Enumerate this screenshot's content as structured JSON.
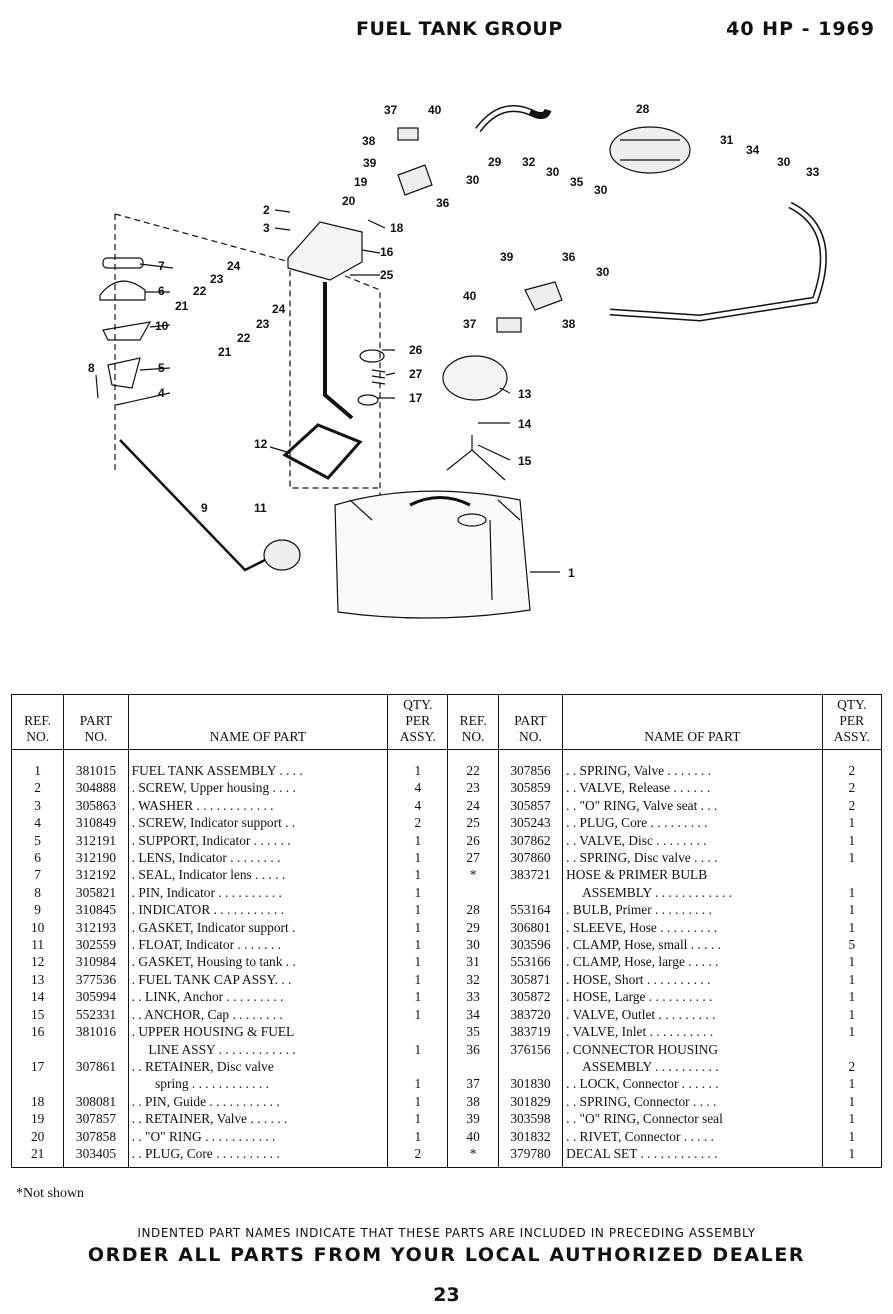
{
  "header": {
    "title": "FUEL TANK GROUP",
    "model": "40 HP - 1969"
  },
  "diagram_labels": [
    "37",
    "40",
    "38",
    "39",
    "19",
    "20",
    "2",
    "3",
    "29",
    "32",
    "30",
    "35",
    "30",
    "28",
    "31",
    "34",
    "30",
    "33",
    "30",
    "36",
    "18",
    "16",
    "7",
    "6",
    "24",
    "23",
    "25",
    "22",
    "21",
    "24",
    "23",
    "22",
    "21",
    "10",
    "5",
    "8",
    "4",
    "39",
    "36",
    "30",
    "40",
    "37",
    "38",
    "26",
    "27",
    "17",
    "13",
    "14",
    "15",
    "12",
    "9",
    "11",
    "1"
  ],
  "table": {
    "headers": {
      "ref": [
        "REF.",
        "NO."
      ],
      "part": [
        "PART",
        "NO."
      ],
      "name": "NAME OF PART",
      "qty": [
        "QTY.",
        "PER",
        "ASSY."
      ]
    },
    "rows": [
      {
        "ref": "1",
        "part": "381015",
        "name": "FUEL TANK ASSEMBLY . . . .",
        "qty": "1",
        "ref2": "22",
        "part2": "307856",
        "name2": ". . SPRING, Valve . . . . . . .",
        "qty2": "2"
      },
      {
        "ref": "2",
        "part": "304888",
        "name": ". SCREW, Upper housing . . . .",
        "qty": "4",
        "ref2": "23",
        "part2": "305859",
        "name2": ". . VALVE, Release . . . . . .",
        "qty2": "2"
      },
      {
        "ref": "3",
        "part": "305863",
        "name": ". WASHER . . . . . . . . . . . .",
        "qty": "4",
        "ref2": "24",
        "part2": "305857",
        "name2": ". . \"O\" RING, Valve seat . . .",
        "qty2": "2"
      },
      {
        "ref": "4",
        "part": "310849",
        "name": ". SCREW, Indicator support . .",
        "qty": "2",
        "ref2": "25",
        "part2": "305243",
        "name2": ". . PLUG, Core . . . . . . . . .",
        "qty2": "1"
      },
      {
        "ref": "5",
        "part": "312191",
        "name": ". SUPPORT, Indicator . . . . . .",
        "qty": "1",
        "ref2": "26",
        "part2": "307862",
        "name2": ". . VALVE, Disc . . . . . . . .",
        "qty2": "1"
      },
      {
        "ref": "6",
        "part": "312190",
        "name": ". LENS, Indicator . . . . . . . .",
        "qty": "1",
        "ref2": "27",
        "part2": "307860",
        "name2": ". . SPRING, Disc valve . . . .",
        "qty2": "1"
      },
      {
        "ref": "7",
        "part": "312192",
        "name": ". SEAL, Indicator lens . . . . .",
        "qty": "1",
        "ref2": "*",
        "part2": "383721",
        "name2": "HOSE & PRIMER BULB",
        "qty2": ""
      },
      {
        "ref": "8",
        "part": "305821",
        "name": ". PIN, Indicator . . . . . . . . . .",
        "qty": "1",
        "ref2": "",
        "part2": "",
        "name2": "     ASSEMBLY . . . . . . . . . . . .",
        "qty2": "1"
      },
      {
        "ref": "9",
        "part": "310845",
        "name": ". INDICATOR . . . . . . . . . . .",
        "qty": "1",
        "ref2": "28",
        "part2": "553164",
        "name2": ". BULB, Primer . . . . . . . . .",
        "qty2": "1"
      },
      {
        "ref": "10",
        "part": "312193",
        "name": ". GASKET, Indicator support .",
        "qty": "1",
        "ref2": "29",
        "part2": "306801",
        "name2": ". SLEEVE, Hose . . . . . . . . .",
        "qty2": "1"
      },
      {
        "ref": "11",
        "part": "302559",
        "name": ". FLOAT, Indicator . . . . . . .",
        "qty": "1",
        "ref2": "30",
        "part2": "303596",
        "name2": ". CLAMP, Hose, small . . . . .",
        "qty2": "5"
      },
      {
        "ref": "12",
        "part": "310984",
        "name": ". GASKET, Housing to tank . .",
        "qty": "1",
        "ref2": "31",
        "part2": "553166",
        "name2": ". CLAMP, Hose, large . . . . .",
        "qty2": "1"
      },
      {
        "ref": "13",
        "part": "377536",
        "name": ". FUEL TANK CAP ASSY. . .",
        "qty": "1",
        "ref2": "32",
        "part2": "305871",
        "name2": ". HOSE, Short . . . . . . . . . .",
        "qty2": "1"
      },
      {
        "ref": "14",
        "part": "305994",
        "name": ". . LINK, Anchor . . . . . . . . .",
        "qty": "1",
        "ref2": "33",
        "part2": "305872",
        "name2": ". HOSE, Large . . . . . . . . . .",
        "qty2": "1"
      },
      {
        "ref": "15",
        "part": "552331",
        "name": ". . ANCHOR, Cap . . . . . . . .",
        "qty": "1",
        "ref2": "34",
        "part2": "383720",
        "name2": ". VALVE, Outlet . . . . . . . . .",
        "qty2": "1"
      },
      {
        "ref": "16",
        "part": "381016",
        "name": ". UPPER HOUSING & FUEL",
        "qty": "",
        "ref2": "35",
        "part2": "383719",
        "name2": ". VALVE, Inlet . . . . . . . . . .",
        "qty2": "1"
      },
      {
        "ref": "",
        "part": "",
        "name": "     LINE ASSY . . . . . . . . . . . .",
        "qty": "1",
        "ref2": "36",
        "part2": "376156",
        "name2": ". CONNECTOR HOUSING",
        "qty2": ""
      },
      {
        "ref": "17",
        "part": "307861",
        "name": ". . RETAINER, Disc valve",
        "qty": "",
        "ref2": "",
        "part2": "",
        "name2": "     ASSEMBLY . . . . . . . . . .",
        "qty2": "2"
      },
      {
        "ref": "",
        "part": "",
        "name": "       spring . . . . . . . . . . . .",
        "qty": "1",
        "ref2": "37",
        "part2": "301830",
        "name2": ". . LOCK, Connector . . . . . .",
        "qty2": "1"
      },
      {
        "ref": "18",
        "part": "308081",
        "name": ". . PIN, Guide . . . . . . . . . . .",
        "qty": "1",
        "ref2": "38",
        "part2": "301829",
        "name2": ". . SPRING, Connector . . . .",
        "qty2": "1"
      },
      {
        "ref": "19",
        "part": "307857",
        "name": ". . RETAINER, Valve . . . . . .",
        "qty": "1",
        "ref2": "39",
        "part2": "303598",
        "name2": ". . \"O\" RING, Connector seal",
        "qty2": "1"
      },
      {
        "ref": "20",
        "part": "307858",
        "name": ". . \"O\" RING . . . . . . . . . . .",
        "qty": "1",
        "ref2": "40",
        "part2": "301832",
        "name2": ". . RIVET, Connector . . . . .",
        "qty2": "1"
      },
      {
        "ref": "21",
        "part": "303405",
        "name": ". . PLUG, Core . . . . . . . . . .",
        "qty": "2",
        "ref2": "*",
        "part2": "379780",
        "name2": "DECAL SET . . . . . . . . . . . .",
        "qty2": "1"
      }
    ]
  },
  "footnote": "*Not shown",
  "indent_note": "INDENTED PART NAMES INDICATE THAT THESE PARTS ARE INCLUDED IN PRECEDING ASSEMBLY",
  "order_note": "ORDER ALL PARTS FROM YOUR LOCAL AUTHORIZED DEALER",
  "page_number": "23"
}
